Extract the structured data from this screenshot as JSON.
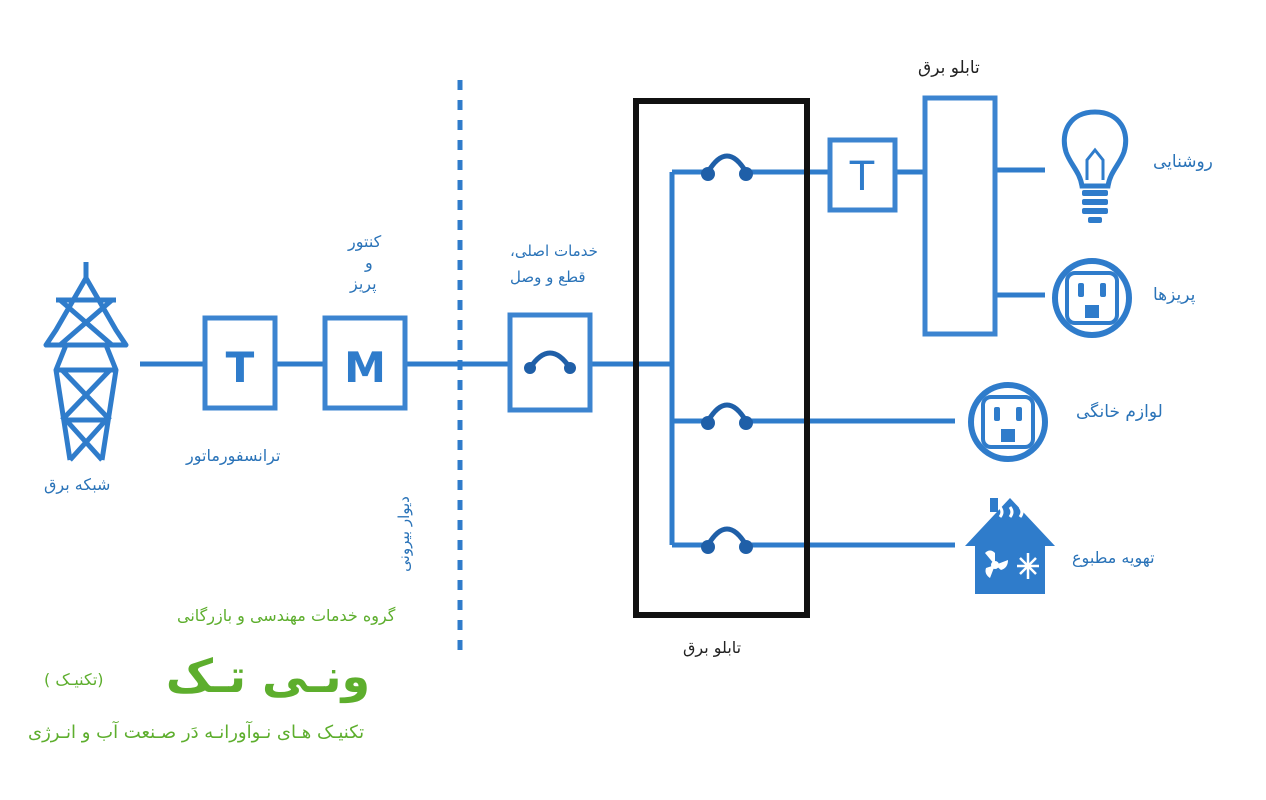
{
  "colors": {
    "line": "#2f7ccb",
    "box_border": "#3c84d0",
    "panel": "#111111",
    "label": "#2a73b8",
    "brand_green": "#5dae2d"
  },
  "labels": {
    "grid": "شبکه برق",
    "transformer": "ترانسفورماتور",
    "meter_line1": "کنتور",
    "meter_line2": "و",
    "meter_line3": "پریز",
    "outer_wall": "دیوار بیرونی",
    "main_service_line1": "خدمات اصلی،",
    "main_service_line2": "قطع و وصل",
    "main_panel": "تابلو برق",
    "sub_panel": "تابلو برق",
    "lighting": "روشنایی",
    "outlets": "پریزها",
    "appliances": "لوازم خانگی",
    "hvac": "تهویه مطبوع"
  },
  "boxes": {
    "transformer_letter": "T",
    "meter_letter": "M",
    "sub_transformer_letter": "T"
  },
  "brand": {
    "group": "گروه خدمات مهندسی و بازرگانی",
    "name": "ونـی تـک",
    "name_alt": "(تکنیـک )",
    "tagline": "تکنیـک هـای نـوآورانـه دَر صـنعت آب و انـرژی"
  },
  "icons": [
    "power-tower-icon",
    "lightbulb-icon",
    "outlet-icon",
    "appliance-outlet-icon",
    "house-hvac-icon"
  ]
}
